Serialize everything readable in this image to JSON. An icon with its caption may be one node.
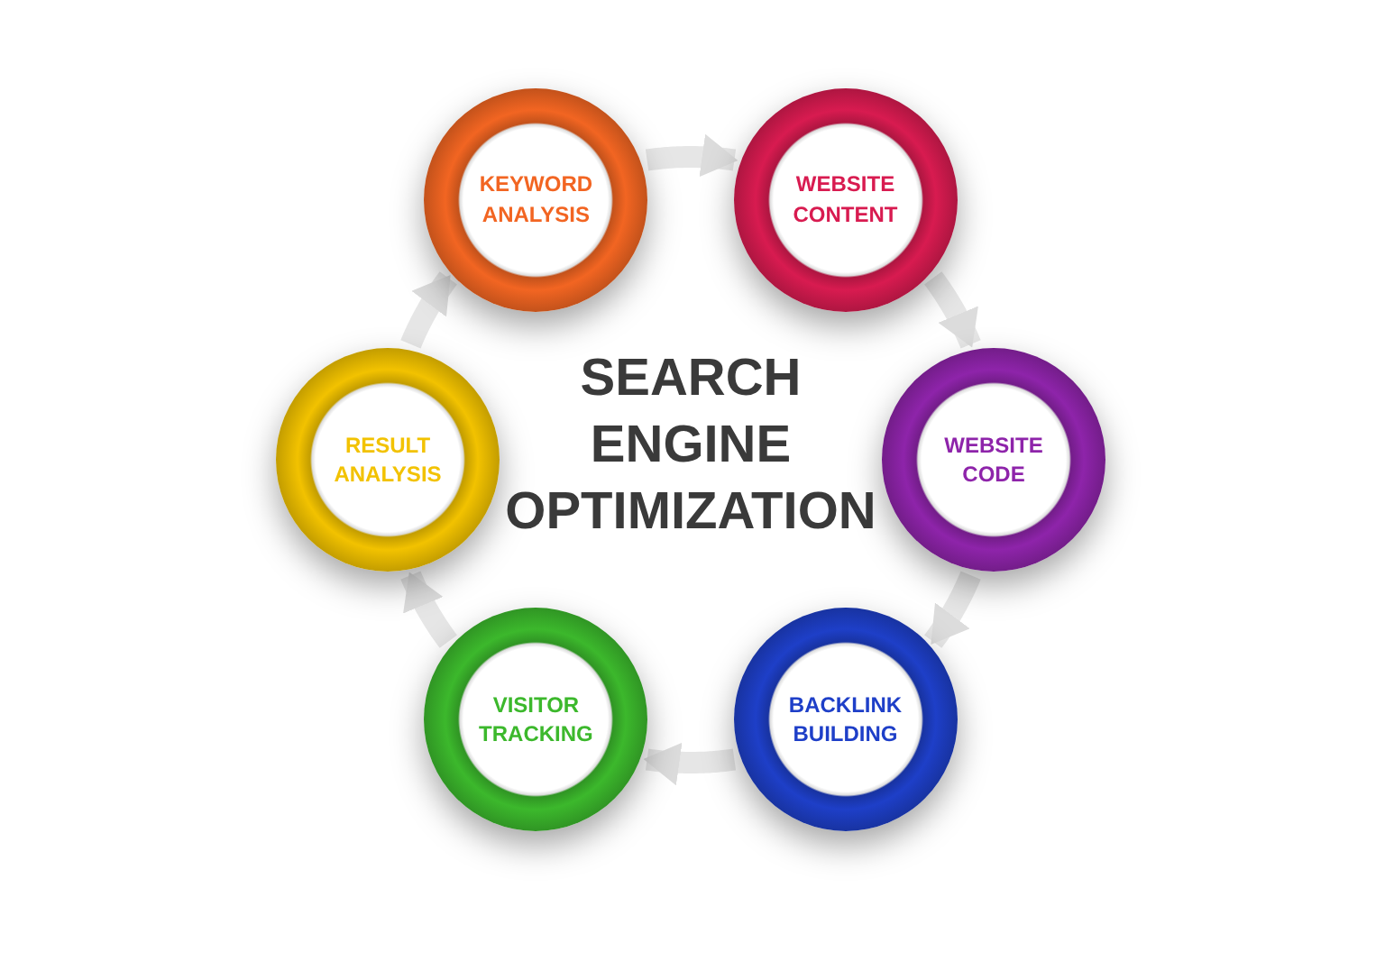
{
  "diagram": {
    "title": "SEARCH ENGINE OPTIMIZATION",
    "nodes": [
      {
        "text": [
          "KEYWORD ANALYSIS"
        ]
      },
      {
        "text": [
          "WEBSITE CONTENT"
        ]
      },
      {
        "text": [
          "WEBSITE CODE"
        ]
      },
      {
        "text": [
          "BACKLINK BUILDING"
        ]
      },
      {
        "text": [
          "VISITOR TRACKING"
        ]
      },
      {
        "text": [
          "RESULT ANALYSIS"
        ]
      }
    ],
    "edges": [
      {
        "from": 0,
        "to": 1,
        "arrow": "to"
      },
      {
        "from": 1,
        "to": 2,
        "arrow": "to"
      },
      {
        "from": 2,
        "to": 3,
        "arrow": "to"
      },
      {
        "from": 3,
        "to": 4,
        "arrow": "to"
      },
      {
        "from": 4,
        "to": 5,
        "arrow": "to"
      },
      {
        "from": 5,
        "to": 0,
        "arrow": "to"
      }
    ]
  }
}
